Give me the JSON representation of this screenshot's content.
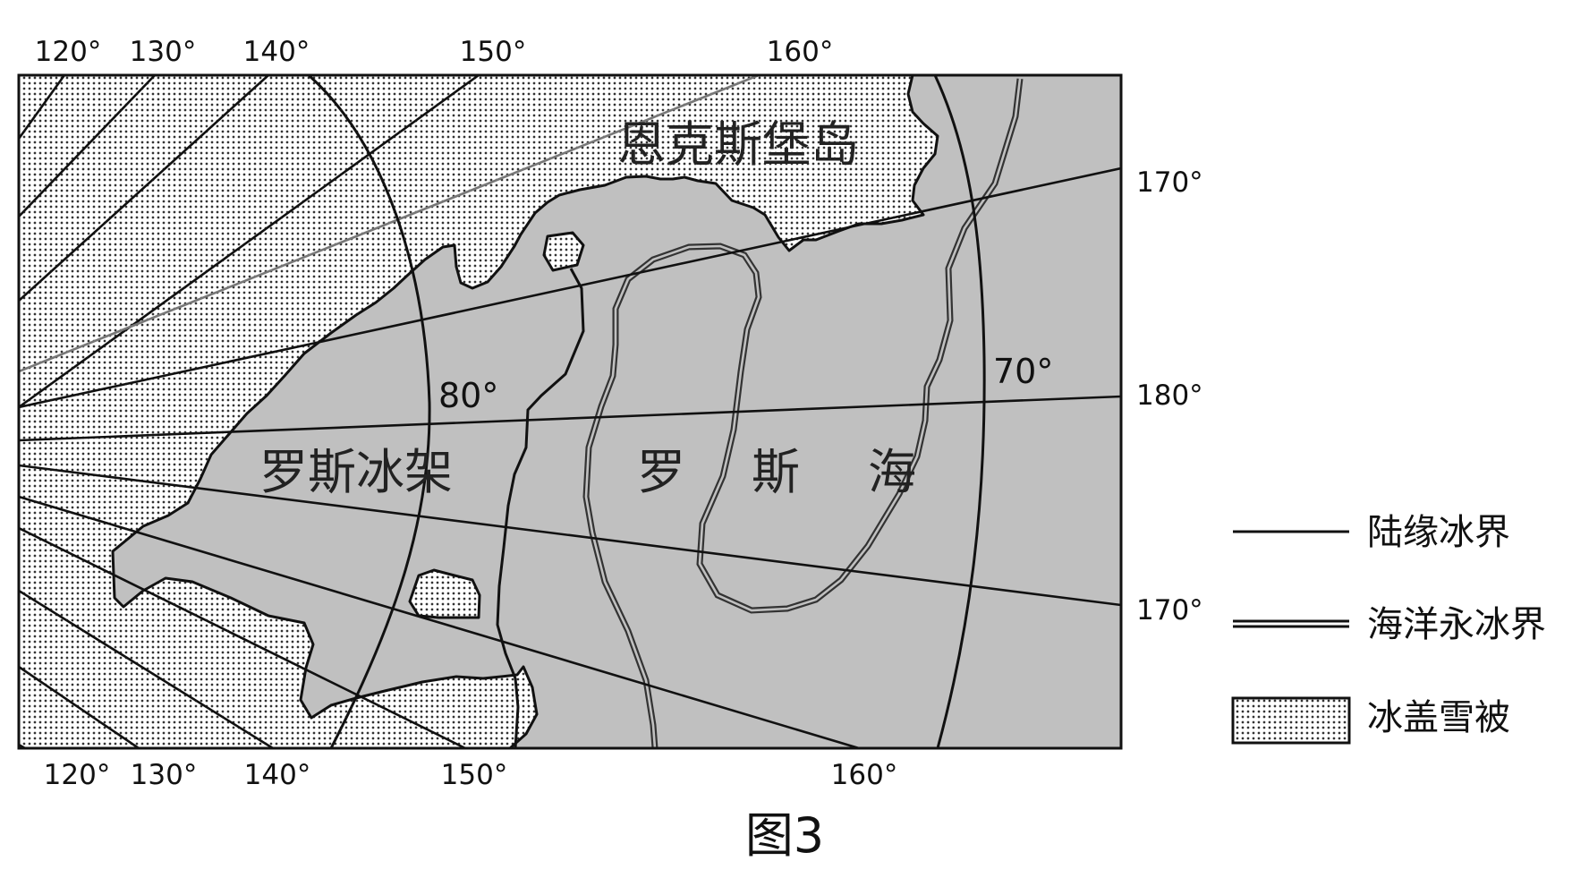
{
  "map": {
    "top_longitudes": [
      "120°",
      "130°",
      "140°",
      "150°",
      "160°"
    ],
    "bottom_longitudes": [
      "120°",
      "130°",
      "140°",
      "150°",
      "160°"
    ],
    "right_longitudes": [
      "170°",
      "180°",
      "170°"
    ],
    "latitudes": [
      "80°",
      "70°"
    ],
    "places": {
      "island": "恩克斯堡岛",
      "ice_shelf": "罗斯冰架",
      "sea": [
        "罗",
        "斯",
        "海"
      ]
    }
  },
  "legend": {
    "items": [
      {
        "label": "陆缘冰界",
        "symbol": "single-line"
      },
      {
        "label": "海洋永冰界",
        "symbol": "double-line"
      },
      {
        "label": "冰盖雪被",
        "symbol": "dotted-fill"
      }
    ]
  },
  "figure_caption": "图3",
  "colors": {
    "sea": "#c0c0c0",
    "ice": "#ffffff",
    "dots": "#333333",
    "lines": "#111111"
  }
}
